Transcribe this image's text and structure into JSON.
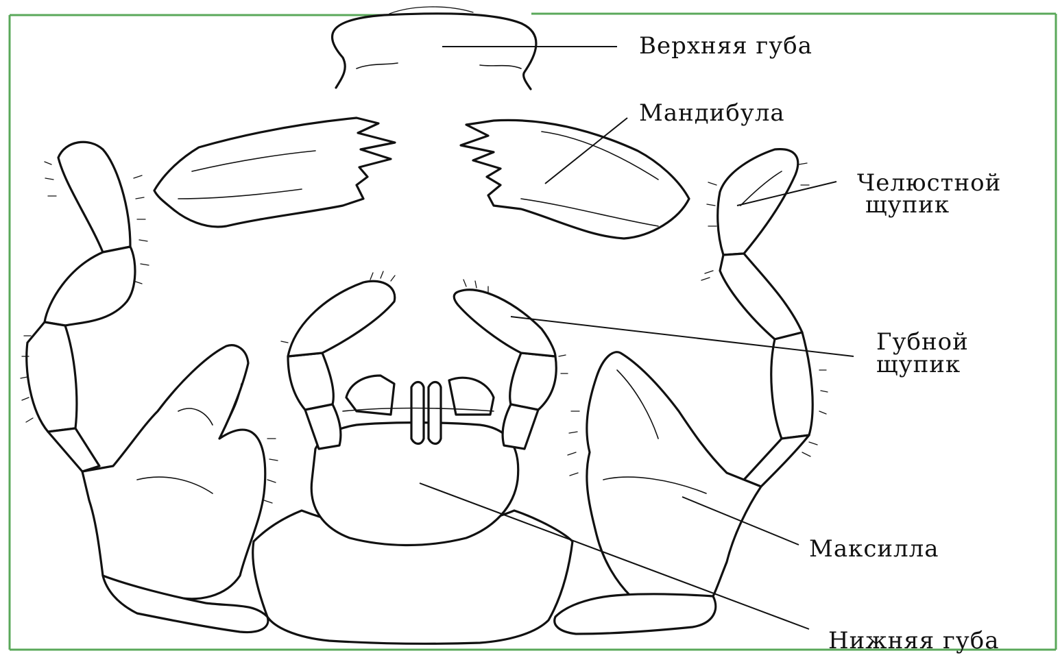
{
  "colors": {
    "frame": "#5aa85a",
    "ink": "#111111",
    "background": "#ffffff"
  },
  "labels": {
    "upper_lip": "Верхняя губа",
    "mandible": "Мандибула",
    "maxillary_palp_line1": "Челюстной",
    "maxillary_palp_line2": "щупик",
    "labial_palp_line1": "Губной",
    "labial_palp_line2": "щупик",
    "maxilla": "Максилла",
    "lower_lip": "Нижняя губа"
  }
}
